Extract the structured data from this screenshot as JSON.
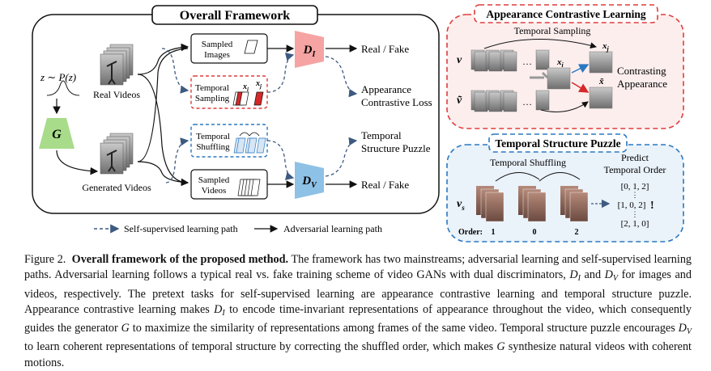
{
  "framework": {
    "title": "Overall Framework",
    "prior_label": "z ∼ P(z)",
    "generator_label": "G",
    "real_videos_label": "Real Videos",
    "generated_videos_label": "Generated Videos",
    "sampled_images_label": [
      "Sampled",
      "Images"
    ],
    "temporal_sampling_label": [
      "Temporal",
      "Sampling"
    ],
    "temporal_shuffling_label": [
      "Temporal",
      "Shuffling"
    ],
    "sampled_videos_label": [
      "Sampled",
      "Videos"
    ],
    "xi_label": "x",
    "xi_sub": "i",
    "xj_label": "x",
    "xj_sub": "j",
    "di_label": "D",
    "di_sub": "I",
    "dv_label": "D",
    "dv_sub": "V",
    "out_real_fake_top": "Real / Fake",
    "out_appearance_loss": [
      "Appearance",
      "Contrastive Loss"
    ],
    "out_temporal_puzzle": [
      "Temporal",
      "Structure Puzzle"
    ],
    "out_real_fake_bottom": "Real / Fake",
    "legend_ssl": "Self-supervised learning path",
    "legend_adv": "Adversarial learning path"
  },
  "acl": {
    "title": "Appearance Contrastive Learning",
    "temporal_sampling": "Temporal Sampling",
    "v_label": "v",
    "vtilde_label": "ṽ",
    "xi_label": "x",
    "xi_sub": "i",
    "xj_label": "x",
    "xj_sub": "j",
    "xtilde_label": "x̃",
    "contrasting": [
      "Contrasting",
      "Appearance"
    ]
  },
  "tsp": {
    "title": "Temporal Structure Puzzle",
    "temporal_shuffling": "Temporal Shuffling",
    "predict": [
      "Predict",
      "Temporal Order"
    ],
    "vs_label": "v",
    "vs_sub": "s",
    "orders": [
      "[0, 1, 2]",
      "[1, 0, 2]",
      "[2, 1, 0]"
    ],
    "bang": "!",
    "order_label": "Order:",
    "order_values": [
      "1",
      "0",
      "2"
    ]
  },
  "caption": {
    "prefix": "Figure 2.",
    "bold": "Overall framework of the proposed method.",
    "text1": " The framework has two mainstreams; adversarial learning and self-supervised learning paths. Adversarial learning follows a typical real vs. fake training scheme of video GANs with dual discriminators, ",
    "di": "D",
    "di_sub": "I",
    "and": " and ",
    "dv": "D",
    "dv_sub": "V",
    "text2": " for images and videos, respectively. The pretext tasks for self-supervised learning are appearance contrastive learning and temporal structure puzzle. Appearance contrastive learning makes ",
    "di2": "D",
    "di2_sub": "I",
    "text3": " to encode time-invariant representations of appearance throughout the video, which consequently guides the generator ",
    "g": "G",
    "text4": " to maximize the similarity of representations among frames of the same video. Temporal structure puzzle encourages ",
    "dv2": "D",
    "dv2_sub": "V",
    "text5": " to learn coherent representations of temporal structure by correcting the shuffled order, which makes ",
    "g2": "G",
    "text6": " synthesize natural videos with coherent motions."
  },
  "colors": {
    "di_fill": "#f5a3a3",
    "dv_fill": "#8ec1e6",
    "g_fill": "#a8dc8a",
    "acl_border": "#e03c3c",
    "acl_bg": "#fdeeee",
    "tsp_border": "#2a78c0",
    "tsp_bg": "#eaf2fa",
    "ssl_path": "#3d5a80"
  }
}
